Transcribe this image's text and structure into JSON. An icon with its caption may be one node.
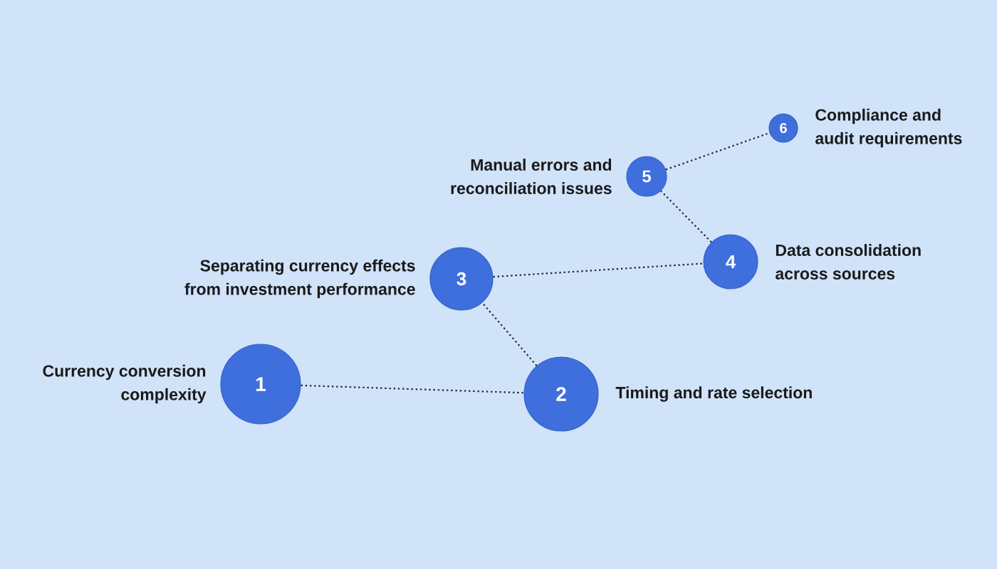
{
  "diagram": {
    "nodes": [
      {
        "text": [
          "1"
        ],
        "beside": [
          "Currency conversion complexity"
        ]
      },
      {
        "text": [
          "2"
        ],
        "beside": [
          "Timing and rate selection"
        ]
      },
      {
        "text": [
          "3"
        ],
        "beside": [
          "Separating currency effects from investment performance"
        ]
      },
      {
        "text": [
          "4"
        ],
        "beside": [
          "Data consolidation across sources"
        ]
      },
      {
        "text": [
          "5"
        ],
        "beside": [
          "Manual errors and reconciliation issues"
        ]
      },
      {
        "text": [
          "6"
        ],
        "beside": [
          "Compliance and audit requirements"
        ]
      }
    ],
    "edges": [
      {
        "from": 0,
        "to": 1,
        "arrow": "none"
      },
      {
        "from": 1,
        "to": 2,
        "arrow": "none"
      },
      {
        "from": 2,
        "to": 3,
        "arrow": "none"
      },
      {
        "from": 3,
        "to": 4,
        "arrow": "none"
      },
      {
        "from": 4,
        "to": 5,
        "arrow": "none"
      }
    ]
  }
}
